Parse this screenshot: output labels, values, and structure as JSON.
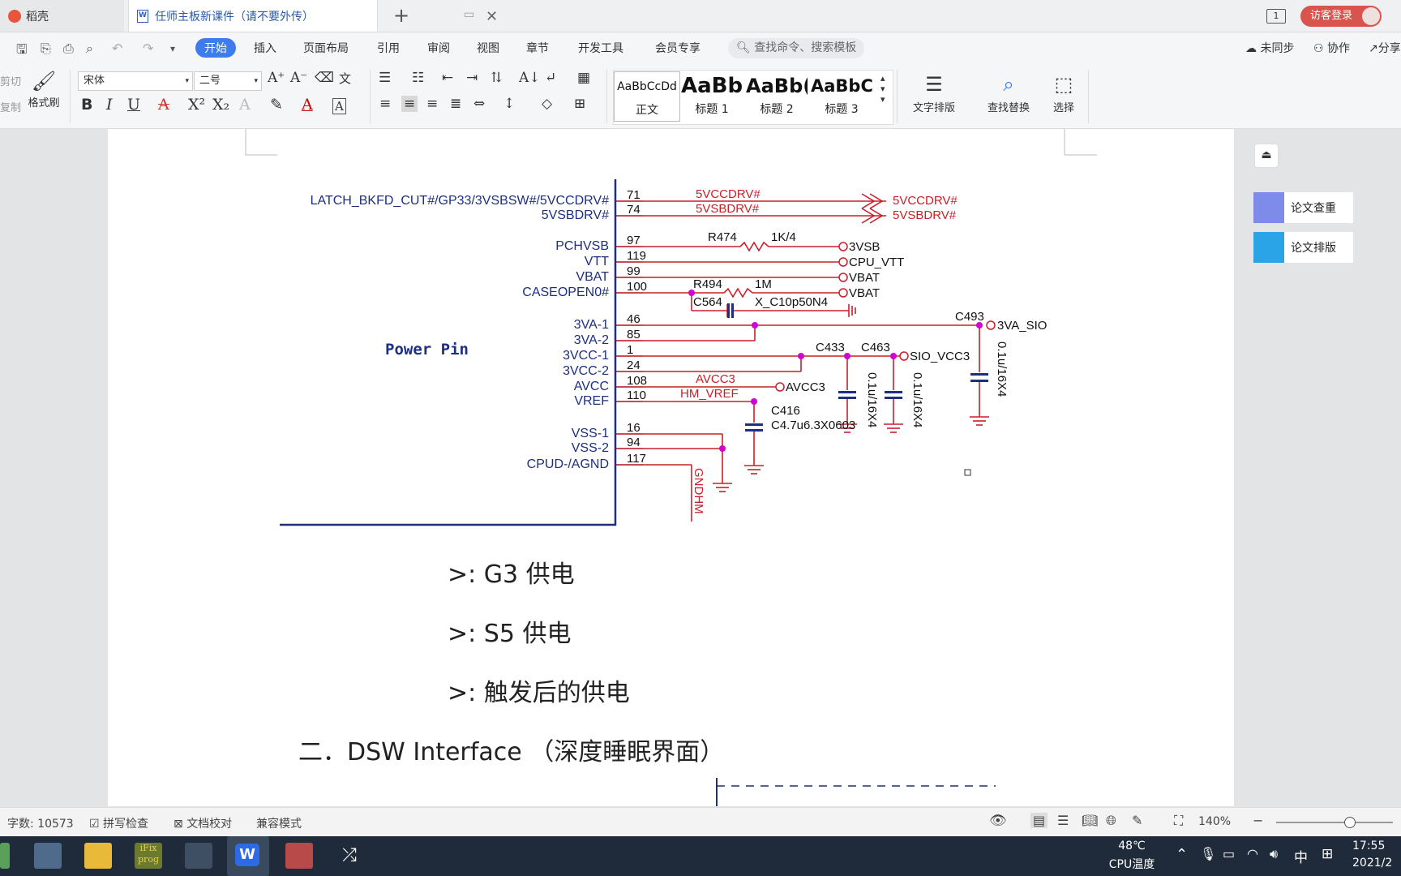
{
  "tabs": {
    "home_label": "稻壳",
    "doc_label": "任师主板新课件（请不要外传）",
    "window_count": "1",
    "login_label": "访客登录"
  },
  "menu": {
    "items": [
      "开始",
      "插入",
      "页面布局",
      "引用",
      "审阅",
      "视图",
      "章节",
      "开发工具",
      "会员专享"
    ],
    "search_placeholder": "查找命令、搜索模板",
    "sync_label": "未同步",
    "collab_label": "协作",
    "share_label": "分享"
  },
  "ribbon": {
    "cut_label": "剪切",
    "copy_label": "复制",
    "format_painter_label": "格式刷",
    "font_name": "宋体",
    "font_size": "二号",
    "styles": [
      {
        "sample": "AaBbCcDd",
        "label": "正文"
      },
      {
        "sample": "AaBb",
        "label": "标题 1"
      },
      {
        "sample": "AaBb(",
        "label": "标题 2"
      },
      {
        "sample": "AaBbC",
        "label": "标题 3"
      }
    ],
    "text_layout_label": "文字排版",
    "find_replace_label": "查找替换",
    "select_label": "选择"
  },
  "side_panel": {
    "check_label": "论文查重",
    "format_label": "论文排版"
  },
  "schematic": {
    "block_title": "Power Pin",
    "left_pins": [
      {
        "name": "LATCH_BKFD_CUT#/GP33/3VSBSW#/5VCCDRV#",
        "num": "71"
      },
      {
        "name": "5VSBDRV#",
        "num": "74"
      },
      {
        "name": "PCHVSB",
        "num": "97"
      },
      {
        "name": "VTT",
        "num": "119"
      },
      {
        "name": "VBAT",
        "num": "99"
      },
      {
        "name": "CASEOPEN0#",
        "num": "100"
      },
      {
        "name": "3VA-1",
        "num": "46"
      },
      {
        "name": "3VA-2",
        "num": "85"
      },
      {
        "name": "3VCC-1",
        "num": "1"
      },
      {
        "name": "3VCC-2",
        "num": "24"
      },
      {
        "name": "AVCC",
        "num": "108"
      },
      {
        "name": "VREF",
        "num": "110"
      },
      {
        "name": "VSS-1",
        "num": "16"
      },
      {
        "name": "VSS-2",
        "num": "94"
      },
      {
        "name": "CPUD-/AGND",
        "num": "117"
      }
    ],
    "net_labels": {
      "n1": "5VCCDRV#",
      "n2": "5VSBDRV#",
      "n3": "5VCCDRV#",
      "n4": "5VSBDRV#",
      "r474": "R474",
      "r474v": "1K/4",
      "vsb": "3VSB",
      "cpuvtt": "CPU_VTT",
      "vbat1": "VBAT",
      "r494": "R494",
      "r494v": "1M",
      "vbat2": "VBAT",
      "c564": "C564",
      "c564v": "X_C10p50N4",
      "c493": "C493",
      "va_sio": "3VA_SIO",
      "c493v": "0.1u/16X4",
      "c433": "C433",
      "c463": "C463",
      "sio_vcc3": "SIO_VCC3",
      "c433v": "0.1u/16X4",
      "c463v": "0.1u/16X4",
      "avcc3a": "AVCC3",
      "hmvref": "HM_VREF",
      "avcc3b": "AVCC3",
      "c416": "C416",
      "c416v": "C4.7u6.3X0603",
      "gndhm": "GNDHM"
    }
  },
  "body": {
    "line1": ">: G3  供电",
    "line2": ">: S5  供电",
    "line3": ">:  触发后的供电",
    "heading": "二．DSW Interface （深度睡眠界面）"
  },
  "status": {
    "word_count": "字数: 10573",
    "spell_check": "拼写检查",
    "doc_proof": "文档校对",
    "compat_mode": "兼容模式",
    "zoom": "140%"
  },
  "taskbar": {
    "cpu_temp": "48℃",
    "cpu_label": "CPU温度",
    "ime_label": "中",
    "time": "17:55",
    "date": "2021/2"
  },
  "colors": {
    "accent": "#3e7bec",
    "schematic_red": "#c8202a",
    "schematic_blue": "#1d2f7f",
    "schematic_magenta": "#d200d2"
  }
}
